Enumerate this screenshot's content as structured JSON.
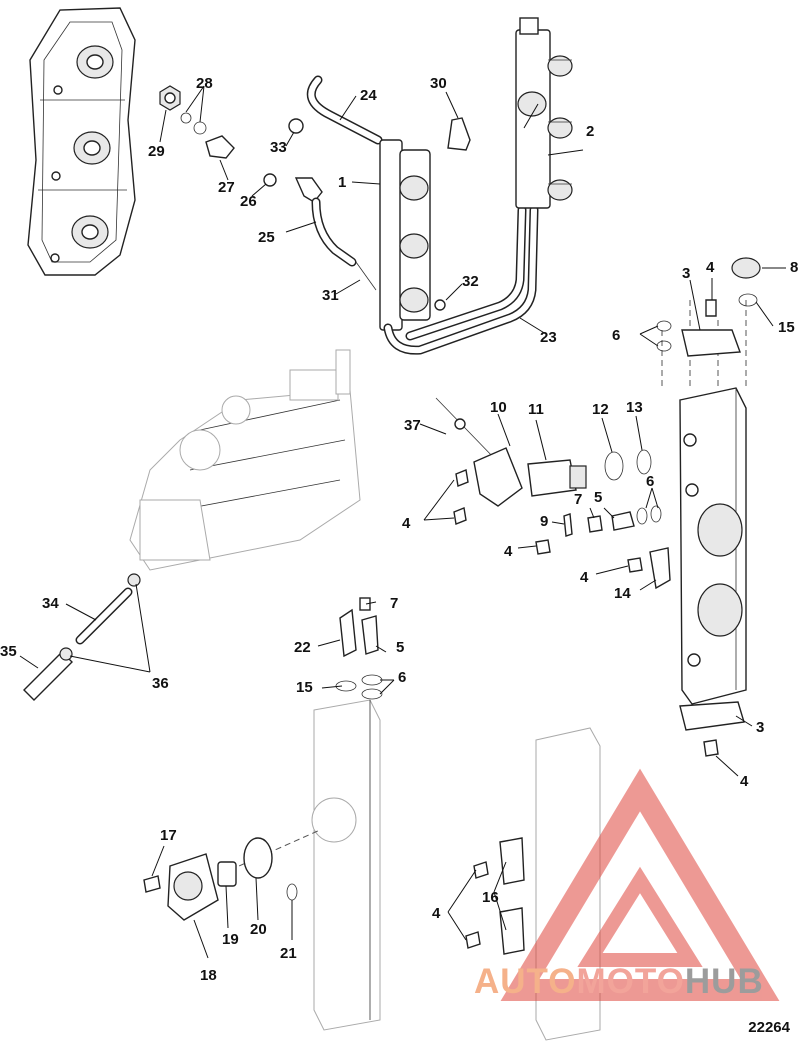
{
  "diagram": {
    "drawing_number": "22264",
    "watermark": {
      "part1": "AUTO",
      "part2": "MOTO",
      "part3": "HUB"
    },
    "callouts": [
      "1",
      "2",
      "3",
      "3",
      "4",
      "4",
      "4",
      "4",
      "4",
      "4",
      "4",
      "5",
      "5",
      "6",
      "6",
      "6",
      "6",
      "7",
      "7",
      "8",
      "9",
      "10",
      "11",
      "12",
      "13",
      "14",
      "15",
      "15",
      "16",
      "17",
      "18",
      "19",
      "20",
      "21",
      "22",
      "23",
      "24",
      "25",
      "26",
      "27",
      "28",
      "29",
      "30",
      "31",
      "32",
      "33",
      "34",
      "35",
      "36",
      "37"
    ]
  }
}
